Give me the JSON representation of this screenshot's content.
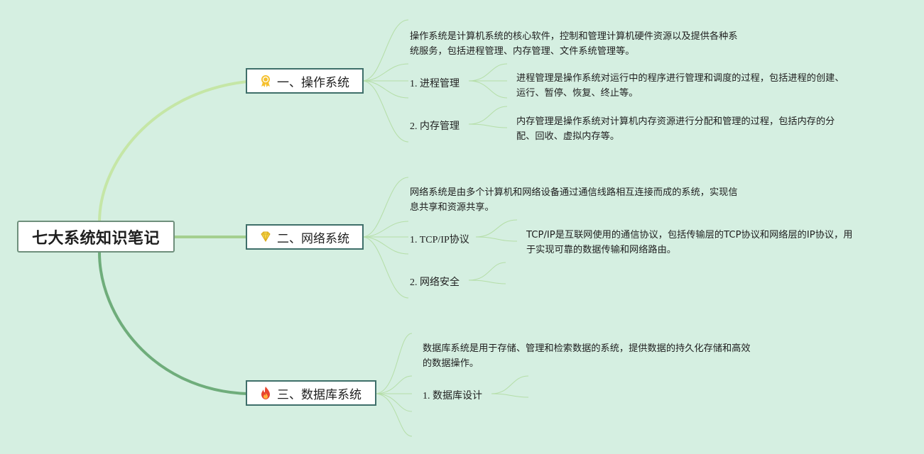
{
  "root": {
    "title": "七大系统知识笔记"
  },
  "branches": [
    {
      "label": "一、操作系统",
      "icon": "award-ribbon-icon",
      "description": [
        "操作系统是计算机系统的核心软件，控制和管理计算机硬件资源以及提供各种系",
        "统服务，包括进程管理、内存管理、文件系统管理等。"
      ],
      "children": [
        {
          "label": "1. 进程管理",
          "description": [
            "进程管理是操作系统对运行中的程序进行管理和调度的过程，包括进程的创建、",
            "运行、暂停、恢复、终止等。"
          ]
        },
        {
          "label": "2. 内存管理",
          "description": [
            "内存管理是操作系统对计算机内存资源进行分配和管理的过程，包括内存的分",
            "配、回收、虚拟内存等。"
          ]
        }
      ]
    },
    {
      "label": "二、网络系统",
      "icon": "diamond-icon",
      "description": [
        "网络系统是由多个计算机和网络设备通过通信线路相互连接而成的系统，实现信",
        "息共享和资源共享。"
      ],
      "children": [
        {
          "label": "1. TCP/IP协议",
          "description": [
            "TCP/IP是互联网使用的通信协议，包括传输层的TCP协议和网络层的IP协议，用",
            "于实现可靠的数据传输和网络路由。"
          ]
        },
        {
          "label": "2. 网络安全",
          "description": []
        }
      ]
    },
    {
      "label": "三、数据库系统",
      "icon": "fire-icon",
      "description": [
        "数据库系统是用于存储、管理和检索数据的系统，提供数据的持久化存储和高效",
        "的数据操作。"
      ],
      "children": [
        {
          "label": "1. 数据库设计",
          "description": []
        }
      ]
    }
  ],
  "colors": {
    "background": "#d5efe1",
    "branch1": "#c5e6a6",
    "branch2": "#a4d08f",
    "branch3": "#6fad7b",
    "leafLine": "#b5dea8",
    "branchBorder": "#3f6f6a"
  }
}
